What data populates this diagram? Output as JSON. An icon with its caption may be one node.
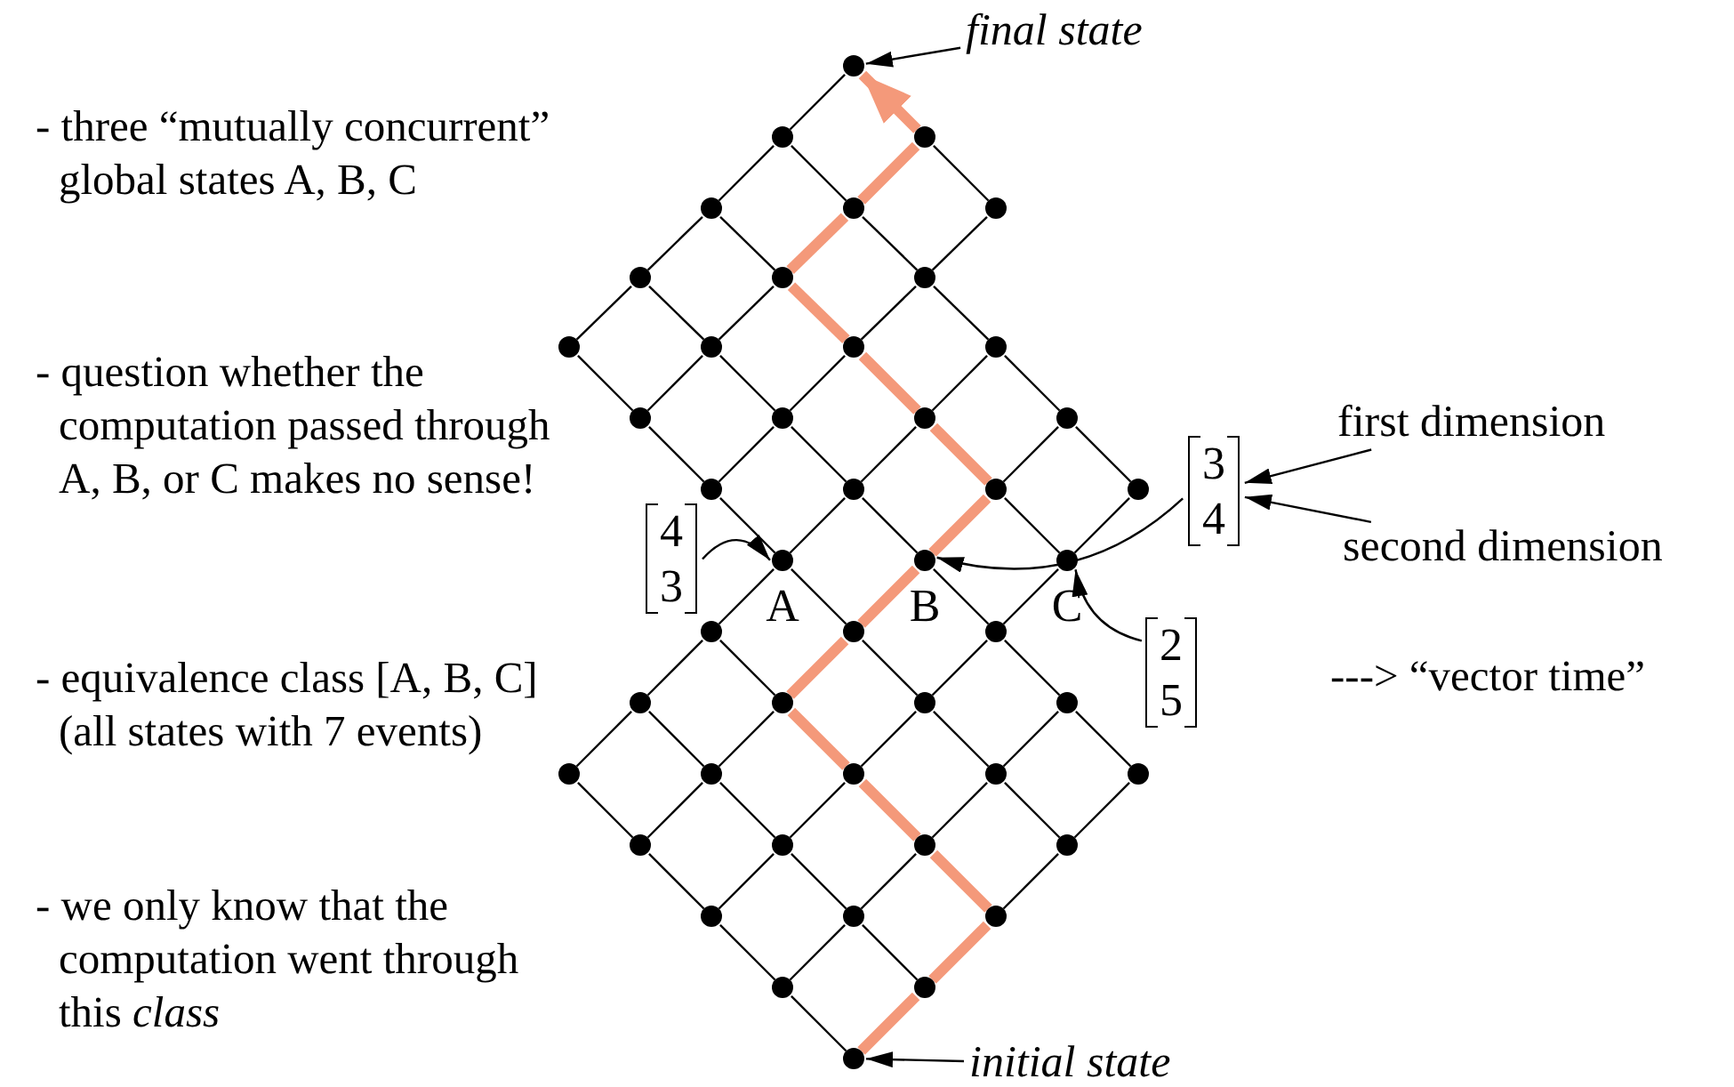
{
  "diagram": {
    "nodes": [
      {
        "text": [],
        "shape": "circle"
      },
      {
        "text": [],
        "shape": "circle"
      },
      {
        "text": [],
        "shape": "circle"
      },
      {
        "text": [],
        "shape": "circle"
      },
      {
        "text": [],
        "shape": "circle"
      },
      {
        "text": [],
        "shape": "circle"
      },
      {
        "text": [],
        "shape": "circle"
      },
      {
        "text": [],
        "shape": "circle"
      },
      {
        "text": [],
        "shape": "circle"
      },
      {
        "text": [],
        "shape": "circle"
      },
      {
        "text": [],
        "shape": "circle"
      },
      {
        "text": [],
        "shape": "circle"
      },
      {
        "text": [],
        "shape": "circle"
      },
      {
        "text": [],
        "shape": "circle"
      },
      {
        "text": [],
        "shape": "circle"
      },
      {
        "text": [],
        "shape": "circle"
      },
      {
        "text": [],
        "shape": "circle"
      },
      {
        "text": [],
        "shape": "circle"
      },
      {
        "text": [],
        "shape": "circle"
      },
      {
        "text": [],
        "shape": "circle"
      },
      {
        "text": [],
        "shape": "circle"
      },
      {
        "text": [],
        "shape": "circle",
        "beside": [
          "A"
        ]
      },
      {
        "text": [],
        "shape": "circle",
        "beside": [
          "B"
        ]
      },
      {
        "text": [],
        "shape": "circle",
        "beside": [
          "C"
        ]
      },
      {
        "text": [],
        "shape": "circle"
      },
      {
        "text": [],
        "shape": "circle"
      },
      {
        "text": [],
        "shape": "circle"
      },
      {
        "text": [],
        "shape": "circle"
      },
      {
        "text": [],
        "shape": "circle"
      },
      {
        "text": [],
        "shape": "circle"
      },
      {
        "text": [],
        "shape": "circle"
      },
      {
        "text": [],
        "shape": "circle"
      },
      {
        "text": [],
        "shape": "circle"
      },
      {
        "text": [],
        "shape": "circle"
      },
      {
        "text": [],
        "shape": "circle"
      },
      {
        "text": [],
        "shape": "circle"
      },
      {
        "text": [],
        "shape": "circle"
      },
      {
        "text": [],
        "shape": "circle"
      },
      {
        "text": [],
        "shape": "circle"
      },
      {
        "text": [],
        "shape": "circle"
      },
      {
        "text": [],
        "shape": "circle"
      },
      {
        "text": [],
        "shape": "circle"
      },
      {
        "text": [],
        "shape": "circle"
      },
      {
        "text": [],
        "shape": "circle"
      },
      {
        "text": [],
        "shape": "circle"
      },
      {
        "text": [],
        "shape": "circle"
      },
      {
        "text": [
          "final state"
        ]
      },
      {
        "text": [
          "3 4"
        ]
      },
      {
        "text": [
          "first dimension"
        ]
      },
      {
        "text": [
          "4 3"
        ]
      },
      {
        "text": [
          "second dimension"
        ]
      },
      {
        "text": [
          "2 5"
        ]
      },
      {
        "text": [
          "initial state"
        ]
      }
    ],
    "edges": [
      {
        "from": 45,
        "to": 44,
        "arrow": "none",
        "style": "thick",
        "color": "#f4997a"
      },
      {
        "from": 45,
        "to": 43,
        "arrow": "none"
      },
      {
        "from": 44,
        "to": 42,
        "arrow": "none",
        "style": "thick",
        "color": "#f4997a"
      },
      {
        "from": 44,
        "to": 41,
        "arrow": "none"
      },
      {
        "from": 43,
        "to": 41,
        "arrow": "none"
      },
      {
        "from": 43,
        "to": 40,
        "arrow": "none"
      },
      {
        "from": 42,
        "to": 39,
        "arrow": "none"
      },
      {
        "from": 42,
        "to": 38,
        "arrow": "none",
        "style": "thick",
        "color": "#f4997a"
      },
      {
        "from": 41,
        "to": 38,
        "arrow": "none"
      },
      {
        "from": 41,
        "to": 37,
        "arrow": "none"
      },
      {
        "from": 40,
        "to": 37,
        "arrow": "none"
      },
      {
        "from": 40,
        "to": 36,
        "arrow": "none"
      },
      {
        "from": 39,
        "to": 35,
        "arrow": "none"
      },
      {
        "from": 39,
        "to": 34,
        "arrow": "none"
      },
      {
        "from": 38,
        "to": 34,
        "arrow": "none"
      },
      {
        "from": 38,
        "to": 33,
        "arrow": "none",
        "style": "thick",
        "color": "#f4997a"
      },
      {
        "from": 37,
        "to": 33,
        "arrow": "none"
      },
      {
        "from": 37,
        "to": 32,
        "arrow": "none"
      },
      {
        "from": 36,
        "to": 32,
        "arrow": "none"
      },
      {
        "from": 36,
        "to": 31,
        "arrow": "none"
      },
      {
        "from": 35,
        "to": 30,
        "arrow": "none"
      },
      {
        "from": 34,
        "to": 30,
        "arrow": "none"
      },
      {
        "from": 34,
        "to": 29,
        "arrow": "none"
      },
      {
        "from": 33,
        "to": 29,
        "arrow": "none"
      },
      {
        "from": 33,
        "to": 28,
        "arrow": "none",
        "style": "thick",
        "color": "#f4997a"
      },
      {
        "from": 32,
        "to": 28,
        "arrow": "none"
      },
      {
        "from": 32,
        "to": 27,
        "arrow": "none"
      },
      {
        "from": 31,
        "to": 27,
        "arrow": "none"
      },
      {
        "from": 30,
        "to": 26,
        "arrow": "none"
      },
      {
        "from": 29,
        "to": 26,
        "arrow": "none"
      },
      {
        "from": 29,
        "to": 25,
        "arrow": "none"
      },
      {
        "from": 28,
        "to": 25,
        "arrow": "none",
        "style": "thick",
        "color": "#f4997a"
      },
      {
        "from": 28,
        "to": 24,
        "arrow": "none"
      },
      {
        "from": 27,
        "to": 24,
        "arrow": "none"
      },
      {
        "from": 26,
        "to": 23,
        "arrow": "none"
      },
      {
        "from": 26,
        "to": 22,
        "arrow": "none"
      },
      {
        "from": 25,
        "to": 22,
        "arrow": "none",
        "style": "thick",
        "color": "#f4997a"
      },
      {
        "from": 25,
        "to": 21,
        "arrow": "none"
      },
      {
        "from": 24,
        "to": 21,
        "arrow": "none"
      },
      {
        "from": 23,
        "to": 20,
        "arrow": "none"
      },
      {
        "from": 23,
        "to": 19,
        "arrow": "none"
      },
      {
        "from": 22,
        "to": 19,
        "arrow": "none",
        "style": "thick",
        "color": "#f4997a"
      },
      {
        "from": 22,
        "to": 18,
        "arrow": "none"
      },
      {
        "from": 21,
        "to": 18,
        "arrow": "none"
      },
      {
        "from": 21,
        "to": 17,
        "arrow": "none"
      },
      {
        "from": 20,
        "to": 16,
        "arrow": "none"
      },
      {
        "from": 19,
        "to": 16,
        "arrow": "none"
      },
      {
        "from": 19,
        "to": 15,
        "arrow": "none",
        "style": "thick",
        "color": "#f4997a"
      },
      {
        "from": 18,
        "to": 15,
        "arrow": "none"
      },
      {
        "from": 18,
        "to": 14,
        "arrow": "none"
      },
      {
        "from": 17,
        "to": 14,
        "arrow": "none"
      },
      {
        "from": 17,
        "to": 13,
        "arrow": "none"
      },
      {
        "from": 16,
        "to": 12,
        "arrow": "none"
      },
      {
        "from": 15,
        "to": 12,
        "arrow": "none"
      },
      {
        "from": 15,
        "to": 11,
        "arrow": "none",
        "style": "thick",
        "color": "#f4997a"
      },
      {
        "from": 14,
        "to": 11,
        "arrow": "none"
      },
      {
        "from": 14,
        "to": 10,
        "arrow": "none"
      },
      {
        "from": 13,
        "to": 10,
        "arrow": "none"
      },
      {
        "from": 13,
        "to": 9,
        "arrow": "none"
      },
      {
        "from": 12,
        "to": 8,
        "arrow": "none"
      },
      {
        "from": 11,
        "to": 8,
        "arrow": "none"
      },
      {
        "from": 11,
        "to": 7,
        "arrow": "none",
        "style": "thick",
        "color": "#f4997a"
      },
      {
        "from": 10,
        "to": 7,
        "arrow": "none"
      },
      {
        "from": 10,
        "to": 6,
        "arrow": "none"
      },
      {
        "from": 9,
        "to": 6,
        "arrow": "none"
      },
      {
        "from": 8,
        "to": 5,
        "arrow": "none"
      },
      {
        "from": 8,
        "to": 4,
        "arrow": "none"
      },
      {
        "from": 7,
        "to": 4,
        "arrow": "none",
        "style": "thick",
        "color": "#f4997a"
      },
      {
        "from": 7,
        "to": 3,
        "arrow": "none"
      },
      {
        "from": 6,
        "to": 3,
        "arrow": "none"
      },
      {
        "from": 5,
        "to": 2,
        "arrow": "none"
      },
      {
        "from": 4,
        "to": 2,
        "arrow": "none",
        "style": "thick",
        "color": "#f4997a"
      },
      {
        "from": 4,
        "to": 1,
        "arrow": "none"
      },
      {
        "from": 3,
        "to": 1,
        "arrow": "none"
      },
      {
        "from": 2,
        "to": 0,
        "arrow": "to",
        "style": "thick",
        "color": "#f4997a"
      },
      {
        "from": 1,
        "to": 0,
        "arrow": "none"
      },
      {
        "from": 46,
        "to": 0,
        "arrow": "to"
      },
      {
        "from": 47,
        "to": 22,
        "arrow": "to"
      },
      {
        "from": 48,
        "to": 47,
        "arrow": "to"
      },
      {
        "from": 49,
        "to": 21,
        "arrow": "to"
      },
      {
        "from": 50,
        "to": 47,
        "arrow": "to"
      },
      {
        "from": 51,
        "to": 23,
        "arrow": "to"
      },
      {
        "from": 52,
        "to": 45,
        "arrow": "to"
      }
    ],
    "labels": [
      "- three “mutually concurrent” global states A, B, C",
      "- question whether the computation passed through A, B, or C makes no sense!",
      "- equivalence class [A, B, C] (all states with 7 events)",
      "- we only know that the computation went through this *class*",
      "---> “vector time”"
    ]
  }
}
